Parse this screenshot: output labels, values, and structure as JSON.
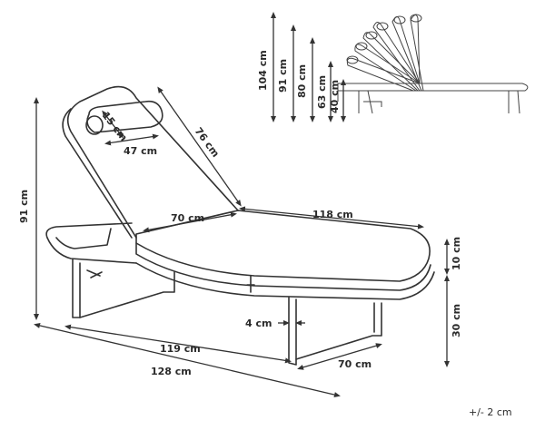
{
  "dimensions": {
    "h_104": "104 cm",
    "h_91_small": "91 cm",
    "h_80": "80 cm",
    "h_63": "63 cm",
    "h_40": "40 cm",
    "height_91": "91 cm",
    "pillow_15": "15 cm",
    "pillow_47": "47 cm",
    "back_76": "76 cm",
    "seat_70": "70 cm",
    "length_118": "118 cm",
    "cushion_10": "10 cm",
    "seat_30": "30 cm",
    "leg_4": "4 cm",
    "frame_119": "119 cm",
    "width_70": "70 cm",
    "total_128": "128 cm"
  },
  "tolerance": "+/- 2 cm"
}
